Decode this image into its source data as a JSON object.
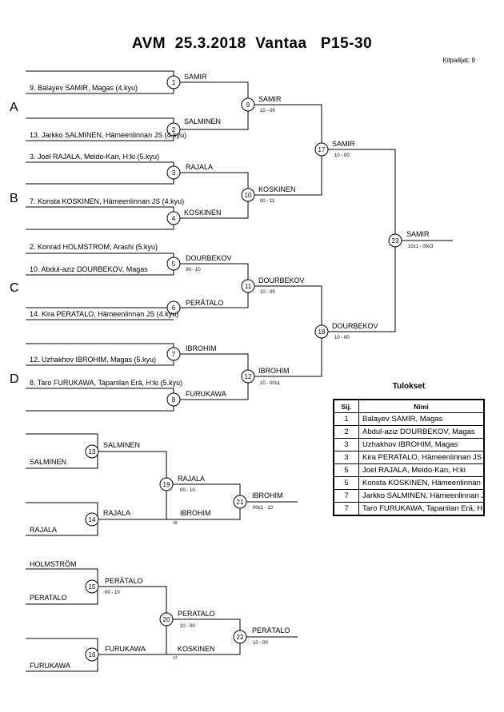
{
  "header": {
    "title": "AVM  25.3.2018  Vantaa   P15-30",
    "competitors": "Kilpailijat: 9"
  },
  "pools": [
    "A",
    "B",
    "C",
    "D"
  ],
  "entries": [
    "9. Balayev SAMIR, Magas (4.kyu)",
    "13. Jarkko SALMINEN, Hämeenlinnan JS (4.kyu)",
    "3. Joel RAJALA, Meido-Kan, H:ki (5.kyu)",
    "7. Konsta KOSKINEN, Hämeenlinnan JS (4.kyu)",
    "2. Konrad HOLMSTROM, Arashi (5.kyu)",
    "10. Abdul-aziz DOURBEKOV, Magas",
    "14. Kira PERATALO, Hämeenlinnan JS (4.kyu)",
    "12. Uzhakhov IBROHIM, Magas (5.kyu)",
    "8. Taro FURUKAWA, Tapanilan Erä, H:ki (5.kyu)"
  ],
  "matches": [
    {
      "num": "1",
      "winner": "SAMIR",
      "score": ""
    },
    {
      "num": "2",
      "winner": "SALMINEN",
      "score": ""
    },
    {
      "num": "3",
      "winner": "RAJALA",
      "score": ""
    },
    {
      "num": "4",
      "winner": "KOSKINEN",
      "score": ""
    },
    {
      "num": "5",
      "winner": "DOURBEKOV",
      "score": "00 - 10"
    },
    {
      "num": "6",
      "winner": "PERÄTALO",
      "score": ""
    },
    {
      "num": "7",
      "winner": "IBROHIM",
      "score": ""
    },
    {
      "num": "8",
      "winner": "FURUKAWA",
      "score": ""
    },
    {
      "num": "9",
      "winner": "SAMIR",
      "score": "10 - 00"
    },
    {
      "num": "10",
      "winner": "KOSKINEN",
      "score": "00 - 11"
    },
    {
      "num": "11",
      "winner": "DOURBEKOV",
      "score": "10 - 00"
    },
    {
      "num": "12",
      "winner": "IBROHIM",
      "score": "10 - 00s1"
    },
    {
      "num": "17",
      "winner": "SAMIR",
      "score": "10 - 00"
    },
    {
      "num": "18",
      "winner": "DOURBEKOV",
      "score": "10 - 00"
    },
    {
      "num": "23",
      "winner": "SAMIR",
      "score": "10s1 - 00s3"
    }
  ],
  "repechage": [
    {
      "entries": [
        "SALMINEN",
        "RAJALA"
      ],
      "matches": [
        {
          "num": "13",
          "winner": "SALMINEN",
          "score": ""
        },
        {
          "num": "14",
          "winner": "RAJALA",
          "score": ""
        },
        {
          "num": "19",
          "winner": "RAJALA",
          "score": "00 - 10"
        },
        {
          "num": "19b",
          "winner": "IBROHIM",
          "score": "18"
        },
        {
          "num": "21",
          "winner": "IBROHIM",
          "score": "00s1 - 10"
        }
      ]
    },
    {
      "entries": [
        "HOLMSTRÖM",
        "PERATALO",
        "FURUKAWA"
      ],
      "matches": [
        {
          "num": "15",
          "winner": "PERÄTALO",
          "score": "00 - 10"
        },
        {
          "num": "16",
          "winner": "FURUKAWA",
          "score": ""
        },
        {
          "num": "20",
          "winner": "PERATALO",
          "score": "10 - 00"
        },
        {
          "num": "20b",
          "winner": "KOSKINEN",
          "score": "17"
        },
        {
          "num": "22",
          "winner": "PERÄTALO",
          "score": "10 - 00"
        }
      ]
    }
  ],
  "results": {
    "title": "Tulokset",
    "headers": [
      "Sij.",
      "Nimi"
    ],
    "rows": [
      {
        "place": "1",
        "name": "Balayev SAMIR, Magas"
      },
      {
        "place": "2",
        "name": "Abdul-aziz DOURBEKOV, Magas"
      },
      {
        "place": "3",
        "name": "Uzhakhov IBROHIM, Magas"
      },
      {
        "place": "3",
        "name": "Kira PERATALO, Hämeenlinnan JS"
      },
      {
        "place": "5",
        "name": "Joel RAJALA, Meido-Kan, H:ki"
      },
      {
        "place": "5",
        "name": "Konsta KOSKINEN, Hämeenlinnan JS"
      },
      {
        "place": "7",
        "name": "Jarkko SALMINEN, Hämeenlinnan JS"
      },
      {
        "place": "7",
        "name": "Taro FURUKAWA, Tapanilan Erä, H:ki"
      }
    ]
  }
}
